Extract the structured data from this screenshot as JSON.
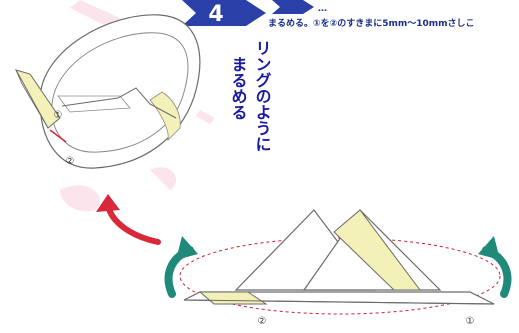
{
  "step": {
    "number": "4",
    "instruction_top": "…",
    "instruction_line": "まるめる。①を②のすきまに5mm〜10mmさしこ"
  },
  "vertical_captions": {
    "left": "まるめる",
    "right": "リングのように"
  },
  "labels": {
    "ring_1": "①",
    "ring_2": "②",
    "strip_2": "②",
    "strip_1": "①"
  },
  "colors": {
    "badge": "#2a3fa8",
    "text_blue": "#1a2f8a",
    "paper_yellow": "#f3f0b8",
    "arrow_red": "#d8283a",
    "arrow_teal": "#1f8a7a",
    "dotted_red": "#cc2233"
  }
}
